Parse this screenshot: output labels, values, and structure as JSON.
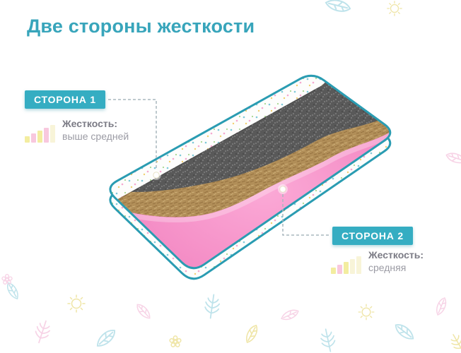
{
  "title": "Две стороны жесткости",
  "colors": {
    "accent": "#38a5bb",
    "badge": "#35adc2",
    "outline": "#2a9cb2",
    "mattress-pink": "#f48cc5",
    "layer-gray": "#595959",
    "layer-brown": "#b18e58",
    "text-strong": "#7b7b85",
    "text-muted": "#9b9ba4",
    "callout-line": "#a9b7be"
  },
  "callouts": [
    {
      "badge": "СТОРОНА 1",
      "firmness_label": "Жесткость:",
      "firmness_value": "выше средней",
      "bars": {
        "heights": [
          9,
          13,
          17,
          21,
          25
        ],
        "colors": [
          "#f3eda0",
          "#f8c8de",
          "#f3eda0",
          "#f8c8de",
          "#f8f4d8"
        ]
      }
    },
    {
      "badge": "СТОРОНА 2",
      "firmness_label": "Жесткость:",
      "firmness_value": "средняя",
      "bars": {
        "heights": [
          9,
          13,
          17,
          21,
          25
        ],
        "colors": [
          "#f3eda0",
          "#f8c8de",
          "#f3eda0",
          "#f8f4d8",
          "#f8f4d8"
        ]
      }
    }
  ],
  "decorations": [
    "leaf",
    "fern",
    "sun",
    "flower"
  ]
}
